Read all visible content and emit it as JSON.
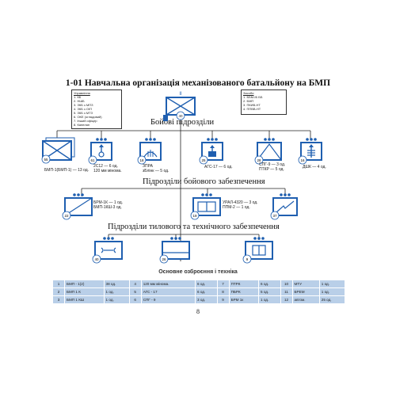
{
  "title": "1-01 Навчальна організація механізованого батальйону на БМП",
  "sections": {
    "combat": "Бойові   підрозділи",
    "combat_support": "Підрозділи       бойового забезпечення",
    "logistics": "Підрозділи тилового   та технічного забезпечення"
  },
  "hq": {
    "number": "40",
    "symbol_text": "II",
    "legend_left": [
      "Управління",
      "1. КБ",
      "2. НШБ",
      "3. ЗКБ з МПЗ",
      "4. ЗКБ з ОІП",
      "5. ЗКБ з МТЗ",
      "6. ОКЕ (оглядовий)",
      "7. Інший офіцер",
      "8. Капелан"
    ],
    "legend_right": [
      "Засоби",
      "1. ББМ-ІБ ББ",
      "2. БМП",
      "3. ПКИВ-НТ",
      "4. ППВВ-НТ"
    ]
  },
  "combat_units": [
    {
      "number": "55",
      "label": "БМП-1(БМП-1) — 13 од."
    },
    {
      "number": "61",
      "label": "2С12 — 6 од.\n120 мм мінома."
    },
    {
      "number": "18",
      "label": "ЗПРА\nзБлінк — 5 од."
    },
    {
      "number": "25",
      "label": "АГС-17 — 6 од."
    },
    {
      "number": "28",
      "label": "СПГ-9 — 3 од.\nПТКР — 5 од."
    },
    {
      "number": "16",
      "label": "ДШК — 4 од."
    }
  ],
  "support_units": [
    {
      "number": "22",
      "label": "БРМ-1К — 1 од.\nБМП-1КШ-3 од."
    },
    {
      "number": "19",
      "label": "УРАЛ-4320 — 3 од.\nППМ-2 — 1 од."
    },
    {
      "number": "37",
      "label": ""
    }
  ],
  "logistics_units": [
    {
      "number": "40",
      "label": ""
    },
    {
      "number": "26",
      "label": ""
    },
    {
      "number": "9",
      "label": ""
    }
  ],
  "equipment_title": "Основне озброєння і техніка",
  "equipment_table": [
    [
      "1",
      "БМП - 1(2)",
      "38 од.",
      "4",
      "120 мм мінома.",
      "6 од.",
      "7",
      "ПТРК",
      "6 од.",
      "10",
      "МТУ",
      "1 од."
    ],
    [
      "2",
      "БМП 1 К",
      "1 од.",
      "5",
      "АГС - 17",
      "6 од.",
      "8",
      "ПБРК",
      "5 од.",
      "11",
      "БРЕМ",
      "1 од."
    ],
    [
      "3",
      "БМП 1 КШ",
      "1 од.",
      "6",
      "СПГ - 9",
      "3 од.",
      "9",
      "БРМ 1к",
      "1 од.",
      "12",
      "автом.",
      "25 од."
    ]
  ],
  "page_number": "8",
  "colors": {
    "symbol": "#1f5fb0",
    "table_cell": "#b9cfe8",
    "lines": "#222222"
  }
}
